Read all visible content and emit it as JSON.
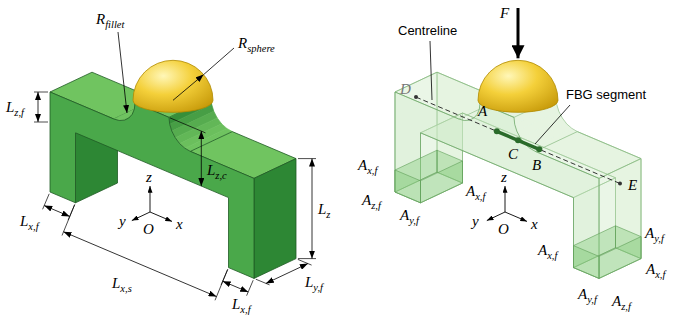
{
  "diagram": {
    "labels": [
      "Rfillet",
      "Rsphere",
      "Lz,f",
      "Lx,f",
      "Lx,s",
      "Lz,c",
      "Lz",
      "Lx,f",
      "Ly,f",
      "z",
      "y",
      "O",
      "x",
      "Centreline",
      "F",
      "D",
      "A",
      "C",
      "B",
      "FBG segment",
      "Ax,f",
      "Ay,f",
      "Ax,f",
      "Az,f",
      "E",
      "Ax,f",
      "Ay,f",
      "Ax,f",
      "Ay,f",
      "Az,f",
      "y",
      "z",
      "O",
      "x"
    ]
  }
}
